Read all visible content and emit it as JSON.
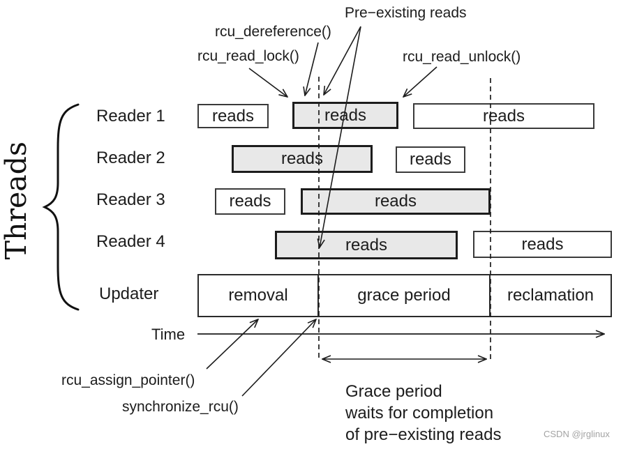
{
  "annotations": {
    "pre_existing_reads": "Pre−existing reads",
    "rcu_dereference": "rcu_dereference()",
    "rcu_read_lock": "rcu_read_lock()",
    "rcu_read_unlock": "rcu_read_unlock()",
    "rcu_assign_pointer": "rcu_assign_pointer()",
    "synchronize_rcu": "synchronize_rcu()",
    "time": "Time",
    "grace_note": {
      "line1": "Grace period",
      "line2": "waits for completion",
      "line3": "of pre−existing reads"
    }
  },
  "threads_group": {
    "label": "Threads",
    "readers": [
      {
        "label": "Reader 1",
        "boxes": [
          {
            "text": "reads",
            "shaded": false
          },
          {
            "text": "reads",
            "shaded": true
          },
          {
            "text": "reads",
            "shaded": false
          }
        ]
      },
      {
        "label": "Reader 2",
        "boxes": [
          {
            "text": "reads",
            "shaded": true
          },
          {
            "text": "reads",
            "shaded": false
          }
        ]
      },
      {
        "label": "Reader 3",
        "boxes": [
          {
            "text": "reads",
            "shaded": false
          },
          {
            "text": "reads",
            "shaded": true
          }
        ]
      },
      {
        "label": "Reader 4",
        "boxes": [
          {
            "text": "reads",
            "shaded": true
          },
          {
            "text": "reads",
            "shaded": false
          }
        ]
      }
    ],
    "updater": {
      "label": "Updater",
      "phases": [
        {
          "text": "removal"
        },
        {
          "text": "grace period"
        },
        {
          "text": "reclamation"
        }
      ]
    }
  },
  "watermark": "CSDN @jrglinux",
  "colors": {
    "shaded_box_fill": "#e8e8e8",
    "line": "#1c1c1c",
    "watermark": "#a3a3a3"
  }
}
